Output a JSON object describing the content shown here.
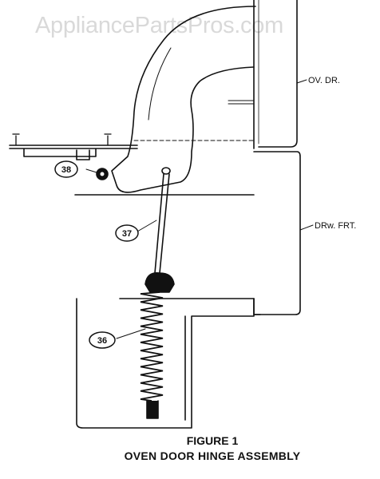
{
  "watermark": "AppliancePartsPros.com",
  "labels": {
    "oven_door": "OV. DR.",
    "drawer_front": "DRw. FRT."
  },
  "callouts": {
    "part_38": "38",
    "part_37": "37",
    "part_36": "36"
  },
  "caption": {
    "figure": "FIGURE 1",
    "title": "OVEN DOOR HINGE ASSEMBLY"
  },
  "colors": {
    "line": "#111111",
    "watermark": "#d9d9d9"
  }
}
